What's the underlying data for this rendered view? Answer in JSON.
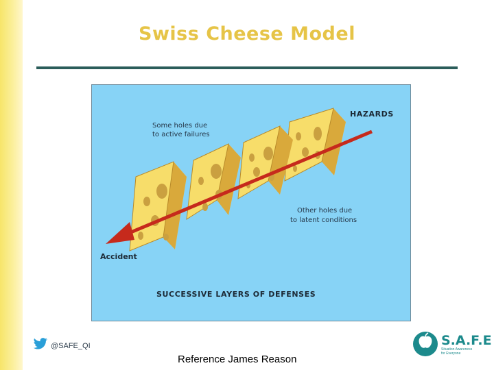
{
  "slide": {
    "title": "Swiss Cheese Model",
    "reference": "Reference James Reason"
  },
  "diagram": {
    "hazards_label": "HAZARDS",
    "active_failures_line1": "Some holes due",
    "active_failures_line2": "to active failures",
    "latent_conditions_line1": "Other holes due",
    "latent_conditions_line2": "to latent conditions",
    "accident_label": "Accident",
    "layers_caption": "SUCCESSIVE LAYERS OF DEFENSES",
    "colors": {
      "background": "#87d3f6",
      "cheese_face": "#f7dd6a",
      "cheese_side": "#d9a93b",
      "cheese_top": "#fbe88e",
      "arrow": "#c62a1c"
    }
  },
  "footer": {
    "twitter_icon": "twitter-bird-icon",
    "twitter_handle": "@SAFE_QI",
    "logo_name": "S.A.F.E",
    "logo_tagline_line1": "Situation Awareness",
    "logo_tagline_line2": "for Everyone"
  },
  "theme": {
    "title_color": "#e6c447",
    "rule_color": "#2b5d5a",
    "stripe_color": "#f7e56a",
    "logo_color": "#1c8a8c"
  }
}
